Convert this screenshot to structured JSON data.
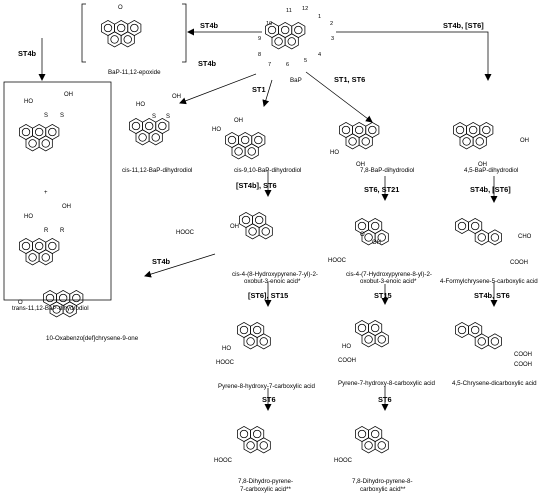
{
  "compounds": {
    "bap": "BaP",
    "epoxide": "BaP-11,12-epoxide",
    "cis1112": "cis-11,12-BaP-dihydrodiol",
    "trans1112": "trans-11,12-BaP-dihydrodiol",
    "cis910": "cis-9,10-BaP-dihydrodiol",
    "d78": "7,8-BaP-dihydrodiol",
    "d45": "4,5-BaP-dihydrodiol",
    "enoic7_l1": "cis-4-(8-Hydroxypyrene-7-yl)-2-",
    "enoic7_l2": "oxobut-3-enoic acid*",
    "enoic8_l1": "cis-4-(7-Hydroxypyrene-8-yl)-2-",
    "enoic8_l2": "oxobut-3-enoic acid*",
    "formyl": "4-Formylchrysene-5-carboxylic acid",
    "oxabenzo": "10-Oxabenzo[def]chrysene-9-one",
    "pyr87": "Pyrene-8-hydroxy-7-carboxylic acid",
    "pyr78": "Pyrene-7-hydroxy-8-carboxylic acid",
    "chrysene45": "4,5-Chrysene-dicarboxylic acid",
    "dihydro7_l1": "7,8-Dihydro-pyrene-",
    "dihydro7_l2": "7-carboxylic acid**",
    "dihydro8_l1": "7,8-Dihydro-pyrene-8-",
    "dihydro8_l2": "carboxylic acid**"
  },
  "steps": {
    "a1": "ST4b",
    "a2": "ST4b",
    "a3": "ST4b",
    "a4": "ST1",
    "a5": "ST1, ST6",
    "a6": "ST4b, [ST6]",
    "a7": "[ST4b], ST6",
    "a8": "ST6, ST21",
    "a9": "ST4b, [ST6]",
    "a10": "ST4b",
    "a11": "[ST6], ST15",
    "a12": "ST15",
    "a13": "ST4b, ST6",
    "a14": "ST6",
    "a15": "ST6"
  },
  "atoms": {
    "oh": "OH",
    "ho": "HO",
    "cooh": "COOH",
    "hooc": "HOOC",
    "cho": "CHO",
    "o": "O",
    "s": "S",
    "r": "R",
    "plus": "+"
  },
  "ring_numbers": [
    "1",
    "2",
    "3",
    "4",
    "5",
    "6",
    "7",
    "8",
    "9",
    "10",
    "11",
    "12"
  ]
}
